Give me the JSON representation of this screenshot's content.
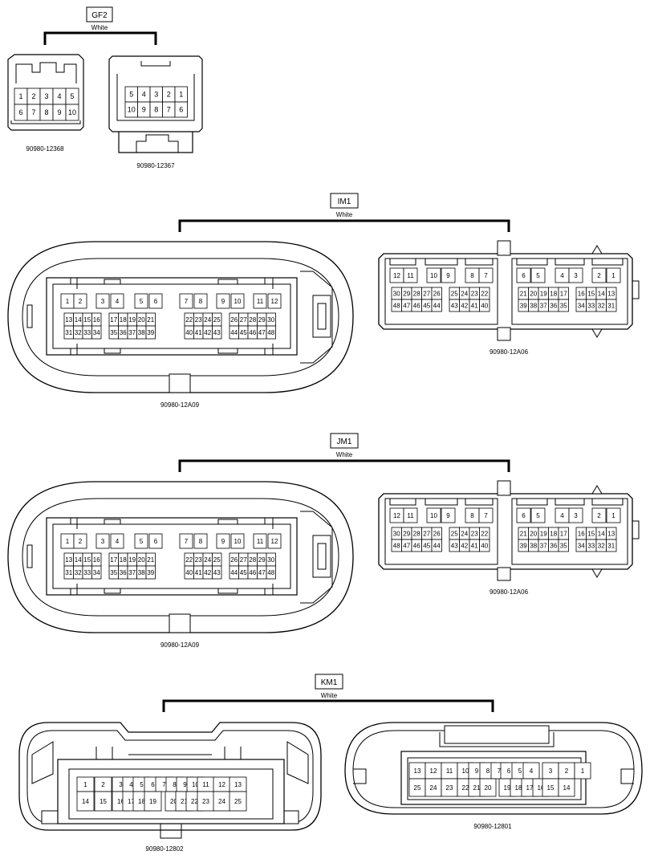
{
  "groups": {
    "gf2": {
      "label": "GF2",
      "color": "White",
      "left": {
        "part": "90980-12368",
        "rows": [
          [
            "1",
            "2",
            "3",
            "4",
            "5"
          ],
          [
            "6",
            "7",
            "8",
            "9",
            "10"
          ]
        ]
      },
      "right": {
        "part": "90980-12367",
        "rows": [
          [
            "5",
            "4",
            "3",
            "2",
            "1"
          ],
          [
            "10",
            "9",
            "8",
            "7",
            "6"
          ]
        ]
      }
    },
    "im1": {
      "label": "IM1",
      "color": "White",
      "left": {
        "part": "90980-12A09",
        "rows": [
          [
            "1",
            "2",
            "3",
            "4",
            "5",
            "6",
            "7",
            "8",
            "9",
            "10",
            "11",
            "12"
          ],
          [
            "13",
            "14",
            "15",
            "16",
            "17",
            "18",
            "19",
            "20",
            "21",
            "22",
            "23",
            "24",
            "25",
            "26",
            "27",
            "28",
            "29",
            "30"
          ],
          [
            "31",
            "32",
            "33",
            "34",
            "35",
            "36",
            "37",
            "38",
            "39",
            "40",
            "41",
            "42",
            "43",
            "44",
            "45",
            "46",
            "47",
            "48"
          ]
        ]
      },
      "right": {
        "part": "90980-12A06",
        "rows": [
          [
            "12",
            "11",
            "10",
            "9",
            "8",
            "7",
            "6",
            "5",
            "4",
            "3",
            "2",
            "1"
          ],
          [
            "30",
            "29",
            "28",
            "27",
            "26",
            "25",
            "24",
            "23",
            "22",
            "21",
            "20",
            "19",
            "18",
            "17",
            "16",
            "15",
            "14",
            "13"
          ],
          [
            "48",
            "47",
            "46",
            "45",
            "44",
            "43",
            "42",
            "41",
            "40",
            "39",
            "38",
            "37",
            "36",
            "35",
            "34",
            "33",
            "32",
            "31"
          ]
        ]
      }
    },
    "jm1": {
      "label": "JM1",
      "color": "White",
      "left": {
        "part": "90980-12A09",
        "rows": [
          [
            "1",
            "2",
            "3",
            "4",
            "5",
            "6",
            "7",
            "8",
            "9",
            "10",
            "11",
            "12"
          ],
          [
            "13",
            "14",
            "15",
            "16",
            "17",
            "18",
            "19",
            "20",
            "21",
            "22",
            "23",
            "24",
            "25",
            "26",
            "27",
            "28",
            "29",
            "30"
          ],
          [
            "31",
            "32",
            "33",
            "34",
            "35",
            "36",
            "37",
            "38",
            "39",
            "40",
            "41",
            "42",
            "43",
            "44",
            "45",
            "46",
            "47",
            "48"
          ]
        ]
      },
      "right": {
        "part": "90980-12A06",
        "rows": [
          [
            "12",
            "11",
            "10",
            "9",
            "8",
            "7",
            "6",
            "5",
            "4",
            "3",
            "2",
            "1"
          ],
          [
            "30",
            "29",
            "28",
            "27",
            "26",
            "25",
            "24",
            "23",
            "22",
            "21",
            "20",
            "19",
            "18",
            "17",
            "16",
            "15",
            "14",
            "13"
          ],
          [
            "48",
            "47",
            "46",
            "45",
            "44",
            "43",
            "42",
            "41",
            "40",
            "39",
            "38",
            "37",
            "36",
            "35",
            "34",
            "33",
            "32",
            "31"
          ]
        ]
      }
    },
    "km1": {
      "label": "KM1",
      "color": "White",
      "left": {
        "part": "90980-12802",
        "rows": [
          [
            "1",
            "2",
            "3",
            "4",
            "5",
            "6",
            "7",
            "8",
            "9",
            "10",
            "11",
            "12",
            "13"
          ],
          [
            "14",
            "15",
            "16",
            "17",
            "18",
            "19",
            "20",
            "21",
            "22",
            "23",
            "24",
            "25"
          ]
        ]
      },
      "right": {
        "part": "90980-12801",
        "rows": [
          [
            "13",
            "12",
            "11",
            "10",
            "9",
            "8",
            "7",
            "6",
            "5",
            "4",
            "3",
            "2",
            "1"
          ],
          [
            "25",
            "24",
            "23",
            "22",
            "21",
            "20",
            "19",
            "18",
            "17",
            "16",
            "15",
            "14"
          ]
        ]
      }
    }
  }
}
